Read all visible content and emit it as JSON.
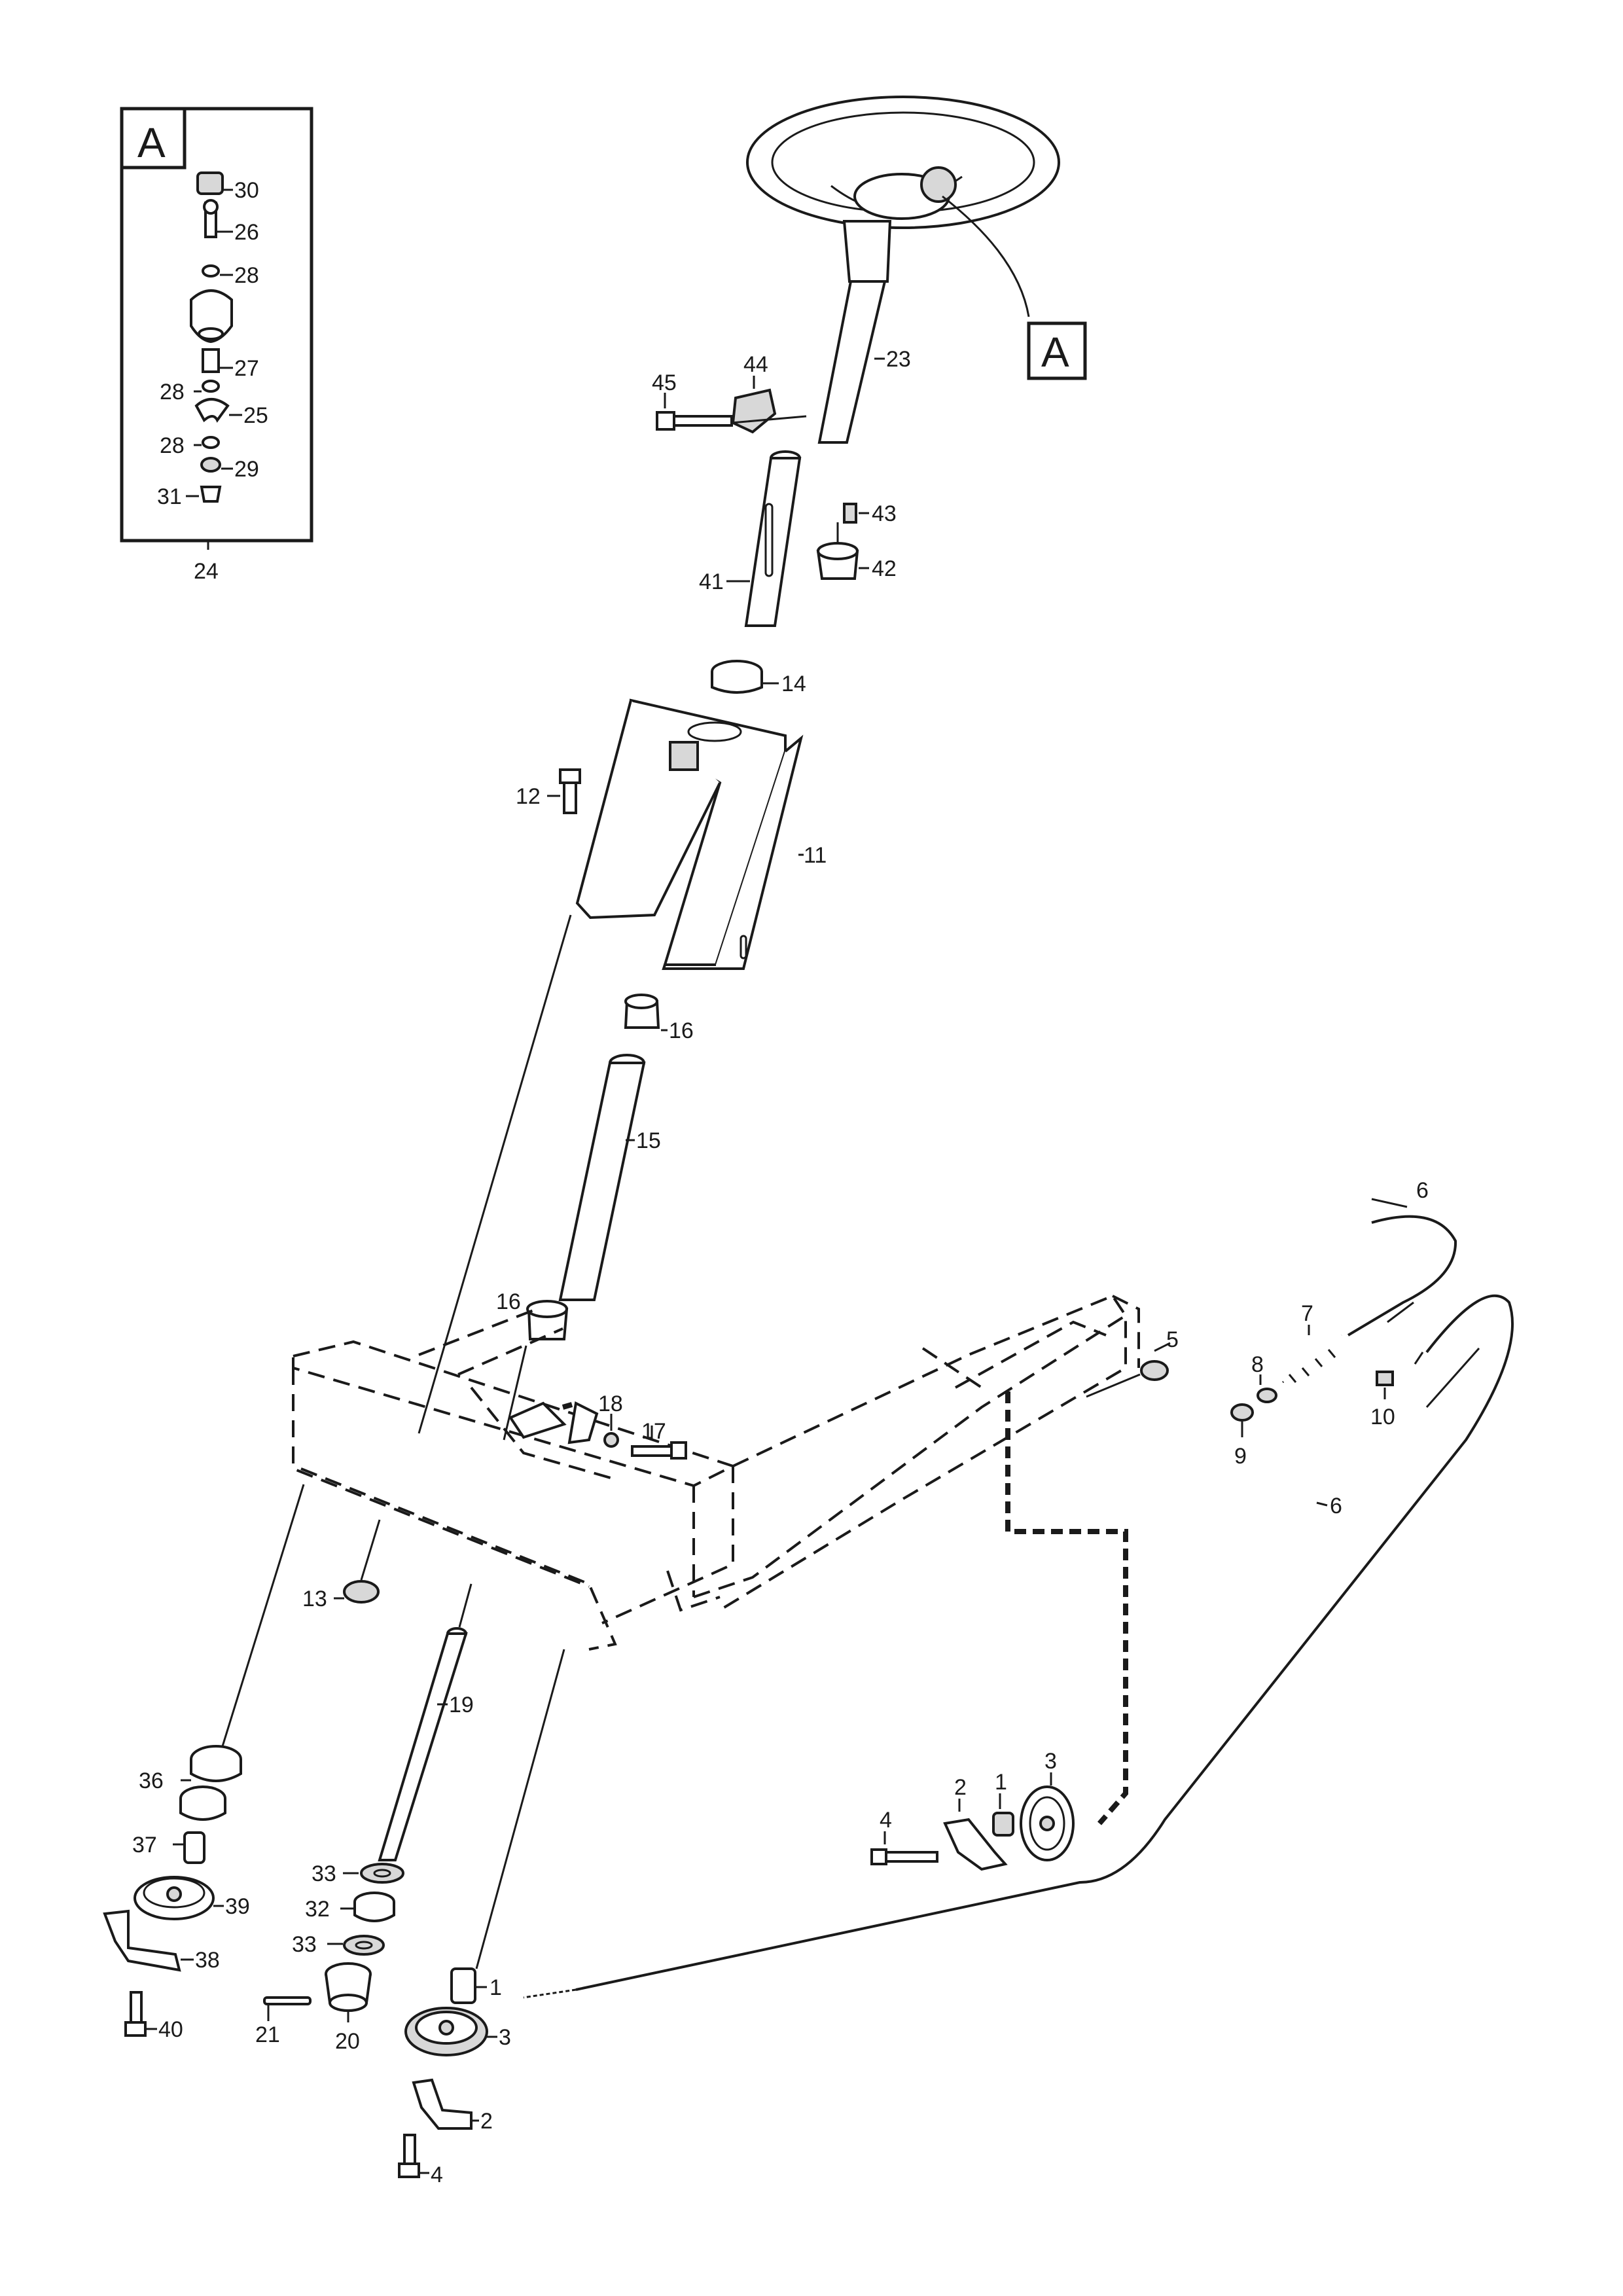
{
  "detail_box": {
    "letter": "A",
    "assembly_number": "24"
  },
  "callout_box": {
    "letter": "A"
  },
  "labels": [
    {
      "id": "l30",
      "text": "30"
    },
    {
      "id": "l26",
      "text": "26"
    },
    {
      "id": "l28a",
      "text": "28"
    },
    {
      "id": "l27",
      "text": "27"
    },
    {
      "id": "l28b",
      "text": "28"
    },
    {
      "id": "l25",
      "text": "25"
    },
    {
      "id": "l28c",
      "text": "28"
    },
    {
      "id": "l29",
      "text": "29"
    },
    {
      "id": "l31",
      "text": "31"
    },
    {
      "id": "l23",
      "text": "23"
    },
    {
      "id": "l44",
      "text": "44"
    },
    {
      "id": "l45",
      "text": "45"
    },
    {
      "id": "l43",
      "text": "43"
    },
    {
      "id": "l42",
      "text": "42"
    },
    {
      "id": "l41",
      "text": "41"
    },
    {
      "id": "l14",
      "text": "14"
    },
    {
      "id": "l12",
      "text": "12"
    },
    {
      "id": "l11",
      "text": "11"
    },
    {
      "id": "l16a",
      "text": "16"
    },
    {
      "id": "l15",
      "text": "15"
    },
    {
      "id": "l16b",
      "text": "16"
    },
    {
      "id": "l6a",
      "text": "6"
    },
    {
      "id": "l7",
      "text": "7"
    },
    {
      "id": "l5",
      "text": "5"
    },
    {
      "id": "l8",
      "text": "8"
    },
    {
      "id": "l9",
      "text": "9"
    },
    {
      "id": "l10",
      "text": "10"
    },
    {
      "id": "l18",
      "text": "18"
    },
    {
      "id": "l17",
      "text": "17"
    },
    {
      "id": "l13",
      "text": "13"
    },
    {
      "id": "l6b",
      "text": "6"
    },
    {
      "id": "l19",
      "text": "19"
    },
    {
      "id": "l36",
      "text": "36"
    },
    {
      "id": "l37",
      "text": "37"
    },
    {
      "id": "l39",
      "text": "39"
    },
    {
      "id": "l38",
      "text": "38"
    },
    {
      "id": "l40",
      "text": "40"
    },
    {
      "id": "l33a",
      "text": "33"
    },
    {
      "id": "l32",
      "text": "32"
    },
    {
      "id": "l33b",
      "text": "33"
    },
    {
      "id": "l21",
      "text": "21"
    },
    {
      "id": "l20",
      "text": "20"
    },
    {
      "id": "l1a",
      "text": "1"
    },
    {
      "id": "l3a",
      "text": "3"
    },
    {
      "id": "l2a",
      "text": "2"
    },
    {
      "id": "l4a",
      "text": "4"
    },
    {
      "id": "l4b",
      "text": "4"
    },
    {
      "id": "l2b",
      "text": "2"
    },
    {
      "id": "l1b",
      "text": "1"
    },
    {
      "id": "l3b",
      "text": "3"
    }
  ]
}
